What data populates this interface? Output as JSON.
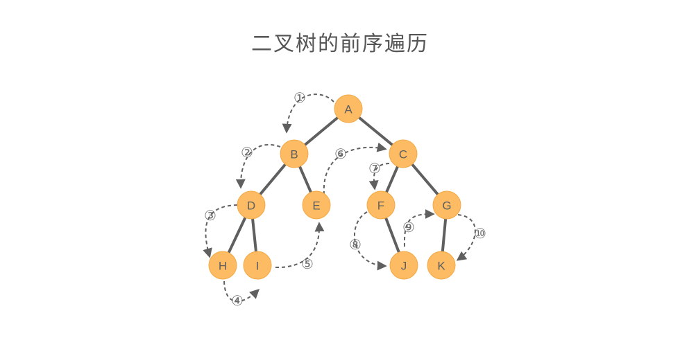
{
  "title": "二叉树的前序遍历",
  "colors": {
    "node_fill": "#FDBB63",
    "node_stroke": "#F3A947",
    "edge": "#5f5f5f",
    "arrow": "#5f5f5f",
    "title": "#555555"
  },
  "nodes": [
    {
      "id": "A",
      "label": "A"
    },
    {
      "id": "B",
      "label": "B"
    },
    {
      "id": "C",
      "label": "C"
    },
    {
      "id": "D",
      "label": "D"
    },
    {
      "id": "E",
      "label": "E"
    },
    {
      "id": "F",
      "label": "F"
    },
    {
      "id": "G",
      "label": "G"
    },
    {
      "id": "H",
      "label": "H"
    },
    {
      "id": "I",
      "label": "I"
    },
    {
      "id": "J",
      "label": "J"
    },
    {
      "id": "K",
      "label": "K"
    }
  ],
  "edges": [
    [
      "A",
      "B"
    ],
    [
      "A",
      "C"
    ],
    [
      "B",
      "D"
    ],
    [
      "B",
      "E"
    ],
    [
      "C",
      "F"
    ],
    [
      "C",
      "G"
    ],
    [
      "D",
      "H"
    ],
    [
      "D",
      "I"
    ],
    [
      "F",
      "J"
    ],
    [
      "G",
      "K"
    ]
  ],
  "traversal_steps": [
    {
      "label": "①",
      "from": "A",
      "to": "B"
    },
    {
      "label": "②",
      "from": "B",
      "to": "D"
    },
    {
      "label": "③",
      "from": "D",
      "to": "H"
    },
    {
      "label": "④",
      "from": "H",
      "to": "I"
    },
    {
      "label": "⑤",
      "from": "I",
      "to": "E"
    },
    {
      "label": "⑥",
      "from": "E",
      "to": "C"
    },
    {
      "label": "⑦",
      "from": "C",
      "to": "F"
    },
    {
      "label": "⑧",
      "from": "F",
      "to": "J"
    },
    {
      "label": "⑨",
      "from": "J",
      "to": "G"
    },
    {
      "label": "⑩",
      "from": "G",
      "to": "K"
    }
  ]
}
